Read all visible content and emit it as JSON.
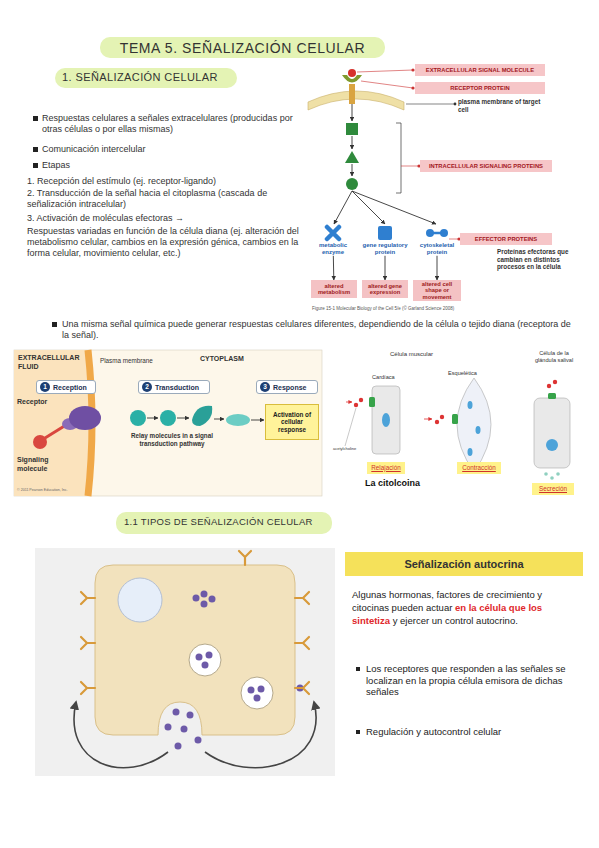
{
  "diagram": {
    "title": "TEMA 5. SEÑALIZACIÓN CELULAR",
    "nodes": [
      {
        "text": [
          "EXTRACELLULAR SIGNAL MOLECULE"
        ]
      },
      {
        "text": [
          "RECEPTOR PROTEIN"
        ]
      },
      {
        "text": [
          "INTRACELLULAR SIGNALING PROTEINS"
        ]
      },
      {
        "text": [
          "EFFECTOR PROTEINS"
        ]
      },
      {
        "text": [
          "metabolic enzyme"
        ]
      },
      {
        "text": [
          "gene regulatory protein"
        ]
      },
      {
        "text": [
          "cytoskeletal protein"
        ]
      },
      {
        "text": [
          "altered metabolism"
        ]
      },
      {
        "text": [
          "altered gene expression"
        ]
      },
      {
        "text": [
          "altered cell shape or movement"
        ]
      },
      {
        "text": [
          "1",
          "Reception"
        ]
      },
      {
        "text": [
          "2",
          "Transduction"
        ]
      },
      {
        "text": [
          "3",
          "Response"
        ]
      },
      {
        "text": [
          "Activation of cellular response"
        ]
      },
      {
        "text": [
          "Relajación"
        ]
      },
      {
        "text": [
          "Contracción"
        ]
      },
      {
        "text": [
          "Secreción"
        ]
      },
      {
        "text": [
          "Señalización autocrina"
        ]
      }
    ],
    "edges": [
      {
        "from": 4,
        "to": 7,
        "arrow": "to"
      },
      {
        "from": 5,
        "to": 8,
        "arrow": "to"
      },
      {
        "from": 6,
        "to": 9,
        "arrow": "to"
      }
    ],
    "labels": [
      "1. SEÑALIZACIÓN CELULAR",
      "Respuestas celulares a señales extracelulares (producidas por otras células o por ellas mismas)",
      "Comunicación intercelular",
      "Etapas",
      "1. Recepción del estímulo (ej. receptor-ligando)",
      "2. Transducción de la señal hacia el citoplasma (cascada de señalización intracelular)",
      "3. Activación de moléculas efectoras →",
      "Respuestas variadas en función de la célula diana (ej. alteración del metabolismo celular, cambios en la expresión génica, cambios en la forma celular, movimiento celular, etc.)",
      "plasma membrane of target cell",
      "Proteínas efectoras que cambian en distintos procesos en la célula",
      "Figure 15-1 Molecular Biology of the Cell 5/e (© Garland Science 2008)",
      "Una misma señal química puede generar respuestas celulares diferentes, dependiendo de la célula o tejido diana (receptora de la señal).",
      "EXTRACELLULAR FLUID",
      "Plasma membrane",
      "CYTOPLASM",
      "Receptor",
      "Signaling molecule",
      "Relay molecules in a signal transduction pathway",
      "© 2011 Pearson Education, Inc.",
      "Célula muscular",
      "Cardíaca",
      "Esquelética",
      "Célula de la glándula salival",
      "acetylcholine",
      "La citolcoina",
      "1.1 TIPOS DE SEÑALIZACIÓN CELULAR",
      "Algunas hormonas, factores de crecimiento y citocinas pueden actuar",
      "en la célula que los sintetiza",
      "y ejercer un control autocrino.",
      "Los receptores que responden a las señales se localizan en la propia célula emisora de dichas señales",
      "Regulación y autocontrol celular"
    ]
  }
}
